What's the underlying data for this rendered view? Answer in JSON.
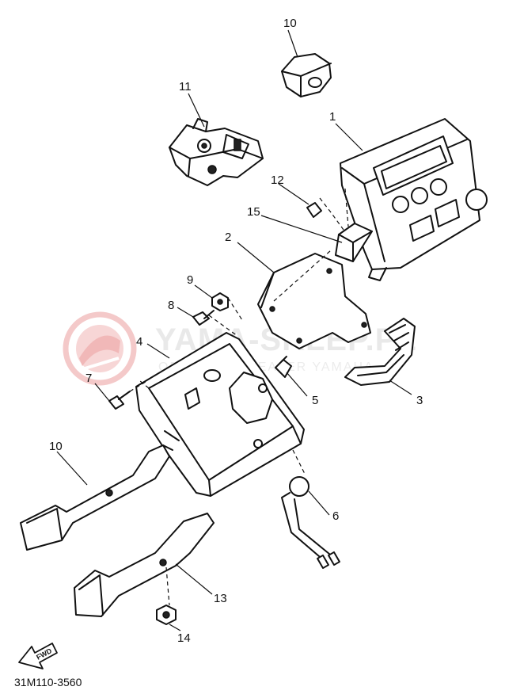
{
  "watermark": {
    "brand": "YAMA-SKLEP.PL",
    "tagline": "OFICJALNY DEALER YAMAHA"
  },
  "diagram": {
    "code": "31M110-3560",
    "fwd_label": "FWD"
  },
  "callouts": [
    {
      "id": "c1",
      "text": "1"
    },
    {
      "id": "c2",
      "text": "2"
    },
    {
      "id": "c3",
      "text": "3"
    },
    {
      "id": "c4",
      "text": "4"
    },
    {
      "id": "c5",
      "text": "5"
    },
    {
      "id": "c6",
      "text": "6"
    },
    {
      "id": "c7",
      "text": "7"
    },
    {
      "id": "c8",
      "text": "8"
    },
    {
      "id": "c9",
      "text": "9"
    },
    {
      "id": "c10a",
      "text": "10"
    },
    {
      "id": "c10b",
      "text": "10"
    },
    {
      "id": "c11",
      "text": "11"
    },
    {
      "id": "c12",
      "text": "12"
    },
    {
      "id": "c13",
      "text": "13"
    },
    {
      "id": "c14",
      "text": "14"
    },
    {
      "id": "c15",
      "text": "15"
    }
  ]
}
